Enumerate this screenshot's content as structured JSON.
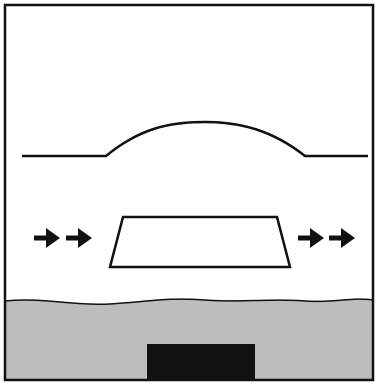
{
  "diagram": {
    "colors": {
      "background": "#ffffff",
      "stroke": "#111111",
      "ground_fill": "#bdbdbd",
      "block_fill": "#111111",
      "arrow_fill": "#111111"
    },
    "elements": [
      "outer-frame",
      "bulge-line",
      "incoming-arrows",
      "trapezoid-shape",
      "outgoing-arrows",
      "ground-region",
      "buried-block"
    ]
  }
}
